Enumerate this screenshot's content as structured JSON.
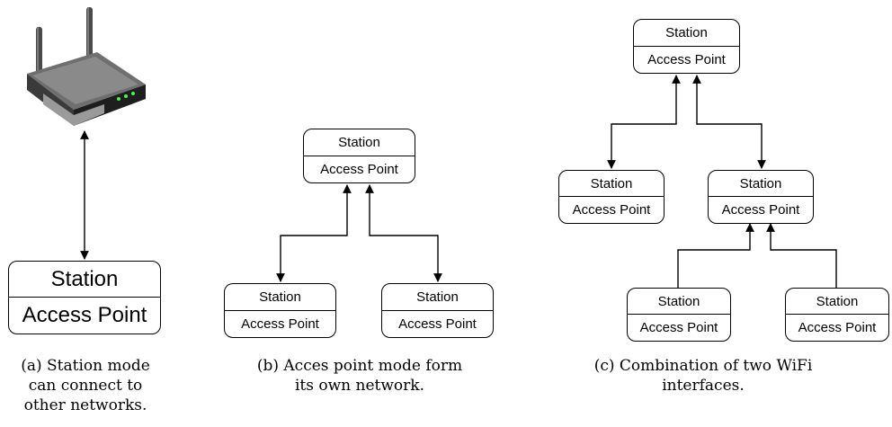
{
  "diagram_a": {
    "node": {
      "top": "Station",
      "bottom": "Access Point"
    },
    "caption": [
      "(a) Station mode",
      "can connect to",
      "other networks."
    ]
  },
  "diagram_b": {
    "root": {
      "top": "Station",
      "bottom": "Access Point"
    },
    "left": {
      "top": "Station",
      "bottom": "Access Point"
    },
    "right": {
      "top": "Station",
      "bottom": "Access Point"
    },
    "caption": [
      "(b) Acces point mode form",
      "its own network."
    ]
  },
  "diagram_c": {
    "root": {
      "top": "Station",
      "bottom": "Access Point"
    },
    "left": {
      "top": "Station",
      "bottom": "Access Point"
    },
    "middle": {
      "top": "Station",
      "bottom": "Access Point"
    },
    "child_left": {
      "top": "Station",
      "bottom": "Access Point"
    },
    "child_right": {
      "top": "Station",
      "bottom": "Access Point"
    },
    "caption": [
      "(c) Combination of two WiFi",
      "interfaces."
    ]
  }
}
